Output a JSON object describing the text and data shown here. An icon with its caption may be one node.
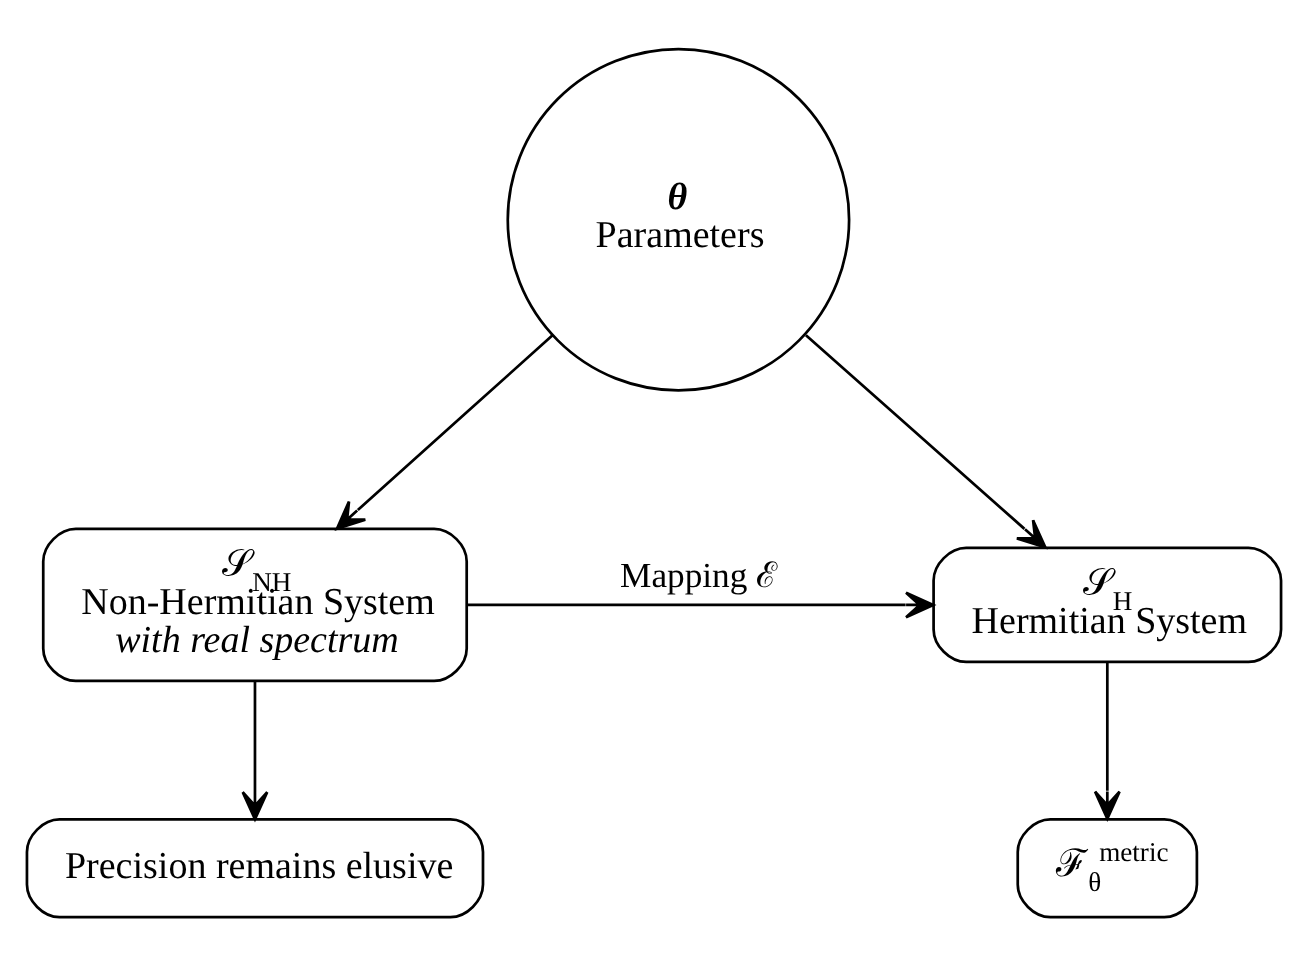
{
  "diagram": {
    "nodes": [
      {
        "text": [
          "θ",
          "Parameters"
        ]
      },
      {
        "text": [
          "𝒮$_{NH}$",
          "Non-Hermitian System",
          "with real spectrum"
        ]
      },
      {
        "text": [
          "𝒮$_{H}$",
          "Hermitian System"
        ]
      },
      {
        "text": [
          "Precision remains elusive"
        ]
      },
      {
        "text": [
          "ℱ$_{θ}$$^{metric}$"
        ]
      }
    ],
    "edges": [
      {
        "from": 0,
        "to": 1,
        "arrow": "to"
      },
      {
        "from": 0,
        "to": 2,
        "arrow": "to"
      },
      {
        "from": 1,
        "to": 2,
        "arrow": "to",
        "label": "Mapping ℰ"
      },
      {
        "from": 1,
        "to": 3,
        "arrow": "to"
      },
      {
        "from": 2,
        "to": 4,
        "arrow": "to"
      }
    ]
  }
}
